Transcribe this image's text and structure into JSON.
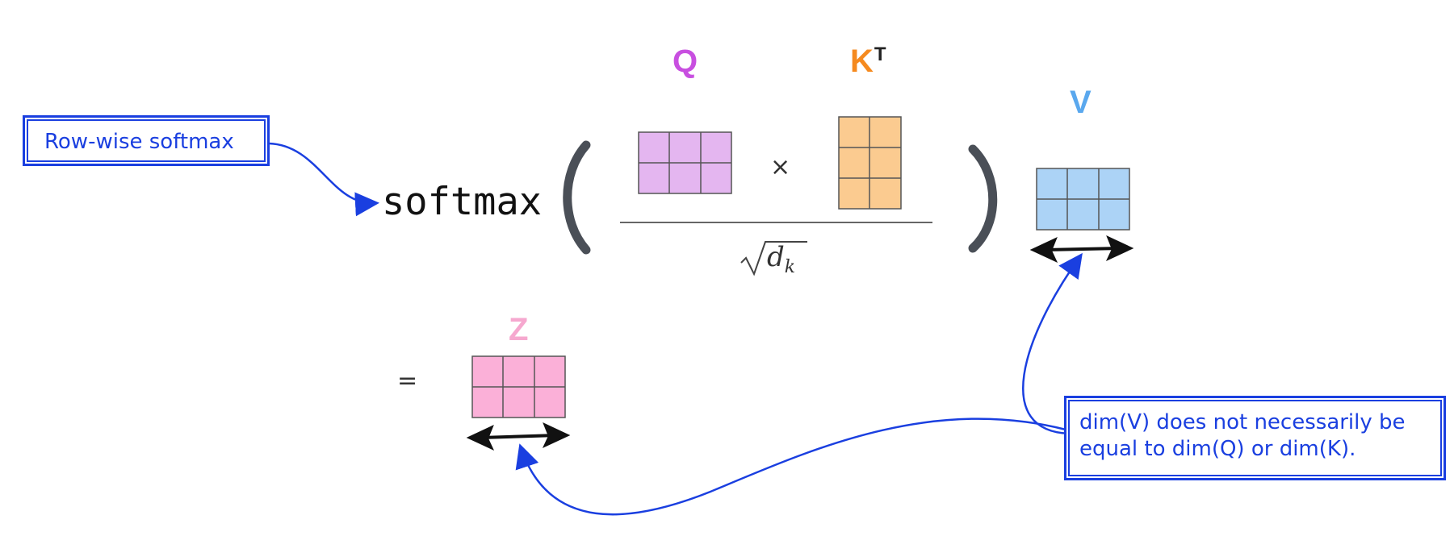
{
  "labels": {
    "q": "Q",
    "k": "K",
    "k_sup": "T",
    "v": "V",
    "z": "Z",
    "func": "softmax",
    "times": "×",
    "equals": "=",
    "sqrt_d": "d",
    "sqrt_sub": "k"
  },
  "notes": {
    "rowwise": "Row-wise softmax",
    "dim_line1": "dim(V) does not necessarily be",
    "dim_line2": "equal to dim(Q) or dim(K)."
  },
  "colors": {
    "q": "#c84fe0",
    "k": "#f58a1f",
    "v": "#5aa8ee",
    "z": "#f6a8cf",
    "q_fill": "#e4b6f0",
    "k_fill": "#fbcb90",
    "v_fill": "#acd3f6",
    "z_fill": "#fbb0d8",
    "annotation": "#1a3fe0"
  }
}
